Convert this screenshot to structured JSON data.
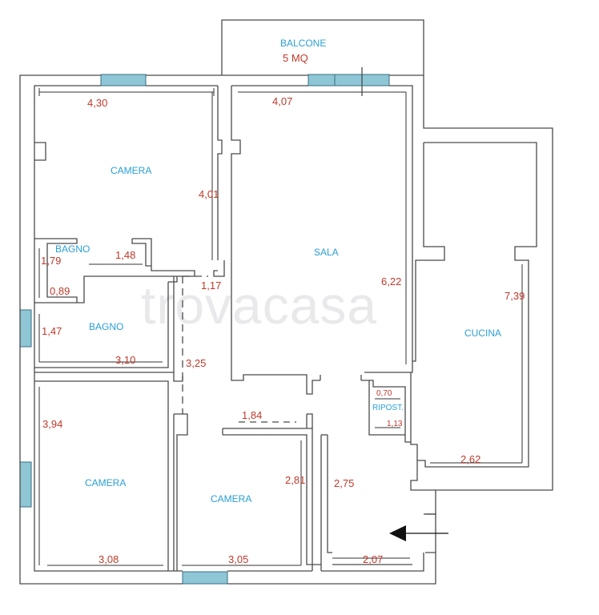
{
  "rooms": {
    "balcony": "BALCONE",
    "balcony_area": "5 MQ",
    "bedroom_top": "CAMERA",
    "bath_small": "BAGNO",
    "bath_mid": "BAGNO",
    "sala": "SALA",
    "cucina": "CUCINA",
    "ripostiglio": "RIPOST.",
    "bedroom_left": "CAMERA",
    "bedroom_mid": "CAMERA"
  },
  "dimensions": {
    "bed_top_w": "4,30",
    "bed_top_h": "4,01",
    "sala_w": "4,07",
    "sala_h": "6,22",
    "bath_small_h": "1,79",
    "bath_small_w": "1,48",
    "bath_small_w2": "0,89",
    "hall_w": "1,17",
    "bath_mid_h": "1,47",
    "bath_mid_w": "3,10",
    "hall_h": "3,25",
    "cucina_h": "7,39",
    "rip_w": "0,70",
    "rip_h": "1,13",
    "bed_left_h": "3,94",
    "closet_w": "1,84",
    "bed_mid_h": "2,81",
    "entry_h": "2,75",
    "cucina_w": "2,62",
    "bed_left_w": "3,08",
    "bed_mid_w": "3,05",
    "entry_w": "2,07"
  },
  "watermark": "trovacasa",
  "colors": {
    "wall": "#4a4a4a",
    "window": "#8ec6d6",
    "room_label": "#2a9fd6",
    "dimension": "#c0392b",
    "watermark": "#e9e9ec"
  },
  "icons": {
    "entrance": "entrance-arrow-icon"
  }
}
